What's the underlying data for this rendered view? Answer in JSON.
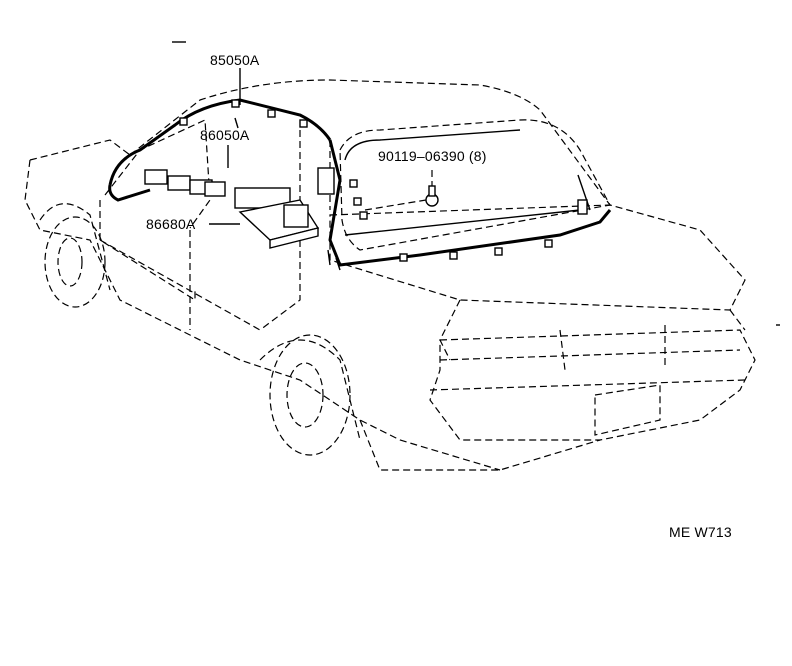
{
  "diagram": {
    "labels": {
      "p85050a": "85050A",
      "p86050a": "86050A",
      "p86680a": "86680A",
      "p90119": "90119–06390 (8)",
      "code": "ME W713"
    }
  }
}
